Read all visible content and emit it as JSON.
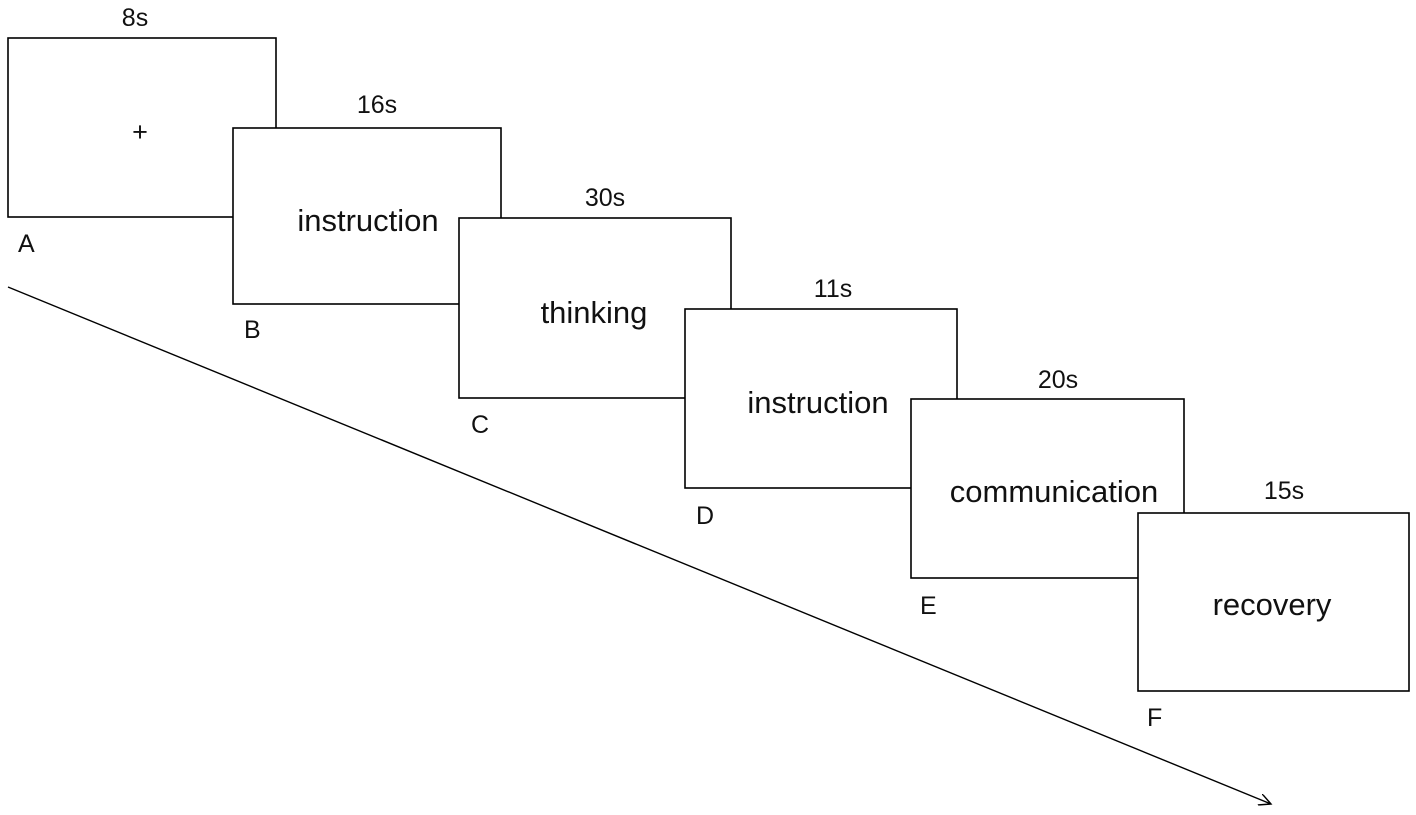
{
  "panels": [
    {
      "id": "A",
      "content": "+",
      "duration": "8s"
    },
    {
      "id": "B",
      "content": "instruction",
      "duration": "16s"
    },
    {
      "id": "C",
      "content": "thinking",
      "duration": "30s"
    },
    {
      "id": "D",
      "content": "instruction",
      "duration": "11s"
    },
    {
      "id": "E",
      "content": "communication",
      "duration": "20s"
    },
    {
      "id": "F",
      "content": "recovery",
      "duration": "15s"
    }
  ]
}
